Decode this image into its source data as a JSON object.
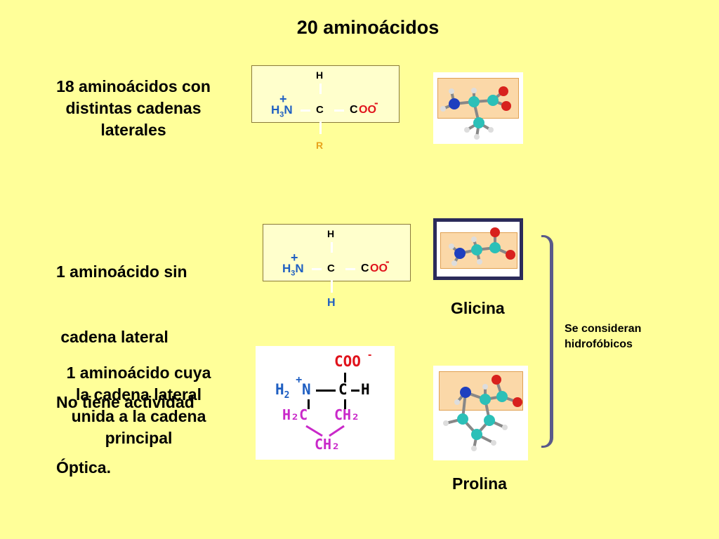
{
  "title": "20 aminoácidos",
  "rows": [
    {
      "description_lines": [
        "18 aminoácidos con",
        "distintas cadenas",
        "laterales"
      ],
      "formula": {
        "top": "H",
        "left_charge": "+",
        "left_main": "H",
        "left_sub": "3",
        "left_atom": "N",
        "center": "C",
        "right_c": "C",
        "right_oo": "OO",
        "right_charge": "-",
        "bottom": "R"
      }
    },
    {
      "description_lines": [
        "1 aminoácido sin",
        " cadena lateral",
        "No tiene actividad",
        "Óptica."
      ],
      "formula": {
        "top": "H",
        "left_charge": "+",
        "left_main": "H",
        "left_sub": "3",
        "left_atom": "N",
        "center": "C",
        "right_c": "C",
        "right_oo": "OO",
        "right_charge": "-",
        "bottom": "H"
      },
      "name": "Glicina"
    },
    {
      "description_lines": [
        "1 aminoácido cuya",
        "la cadena lateral",
        "unida a la cadena",
        "principal"
      ],
      "formula": {
        "coo": "COO",
        "coo_charge": "-",
        "h2": "H",
        "h2_sub": "2",
        "charge": "+",
        "n": "N",
        "c": "C",
        "h": "H",
        "h2c": "H₂C",
        "ch2": "CH₂",
        "bottom": "CH₂"
      },
      "name": "Prolina"
    }
  ],
  "note_lines": [
    "Se consideran",
    "hidrofóbicos"
  ],
  "colors": {
    "background": "#ffff99",
    "blue": "#1f5fc2",
    "red": "#e0121b",
    "orange": "#e8a31c",
    "magenta": "#c928c9",
    "bracket": "#5a5a8a"
  }
}
